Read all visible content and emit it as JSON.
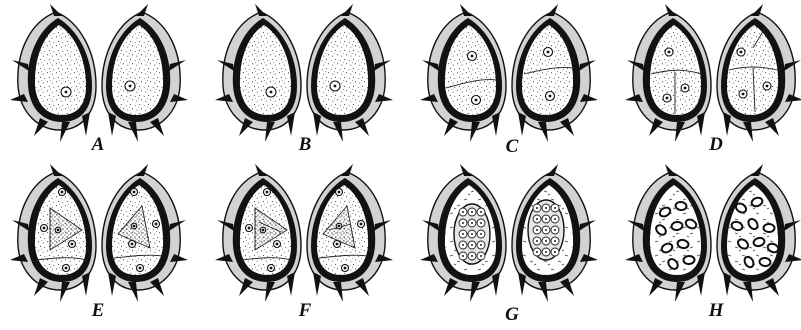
{
  "panels": [
    {
      "label": "A",
      "stage": "single-nucleus"
    },
    {
      "label": "B",
      "stage": "single-nucleus"
    },
    {
      "label": "C",
      "stage": "two-cells"
    },
    {
      "label": "D",
      "stage": "four-cells"
    },
    {
      "label": "E",
      "stage": "central-cell"
    },
    {
      "label": "F",
      "stage": "central-cell-divided"
    },
    {
      "label": "G",
      "stage": "cell-mass"
    },
    {
      "label": "H",
      "stage": "free-spores"
    }
  ],
  "colors": {
    "ink": "#111111",
    "wall": "#121212",
    "husk": "#d2d2d2",
    "cell": "#ffffff"
  }
}
